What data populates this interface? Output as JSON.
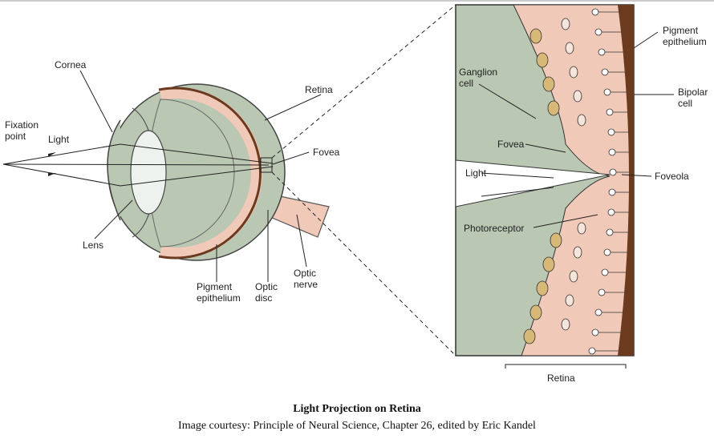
{
  "labels": {
    "fixation_point": [
      "Fixation",
      "point"
    ],
    "light_left": "Light",
    "cornea": "Cornea",
    "retina_top": "Retina",
    "fovea_left": "Fovea",
    "lens": "Lens",
    "pigment_epithelium_left": [
      "Pigment",
      "epithelium"
    ],
    "optic_disc": [
      "Optic",
      "disc"
    ],
    "optic_nerve": [
      "Optic",
      "nerve"
    ],
    "ganglion_cell": [
      "Ganglion",
      "cell"
    ],
    "fovea_right": "Fovea",
    "light_right": "Light",
    "photoreceptor": "Photoreceptor",
    "pigment_epithelium_right": [
      "Pigment",
      "epithelium"
    ],
    "bipolar_cell": [
      "Bipolar",
      "cell"
    ],
    "foveola": "Foveola",
    "retina_bottom": "Retina"
  },
  "caption": {
    "title": "Light Projection on Retina",
    "credit": "Image courtesy: Principle of Neural Science, Chapter 26, edited by Eric Kandel"
  },
  "colors": {
    "eye_fill": "#b9c7b3",
    "retina_pink": "#f1c9b8",
    "pigment_brown": "#6b3a1f",
    "lens_white": "#eef2ee",
    "ganglion_tan": "#d8b877"
  }
}
